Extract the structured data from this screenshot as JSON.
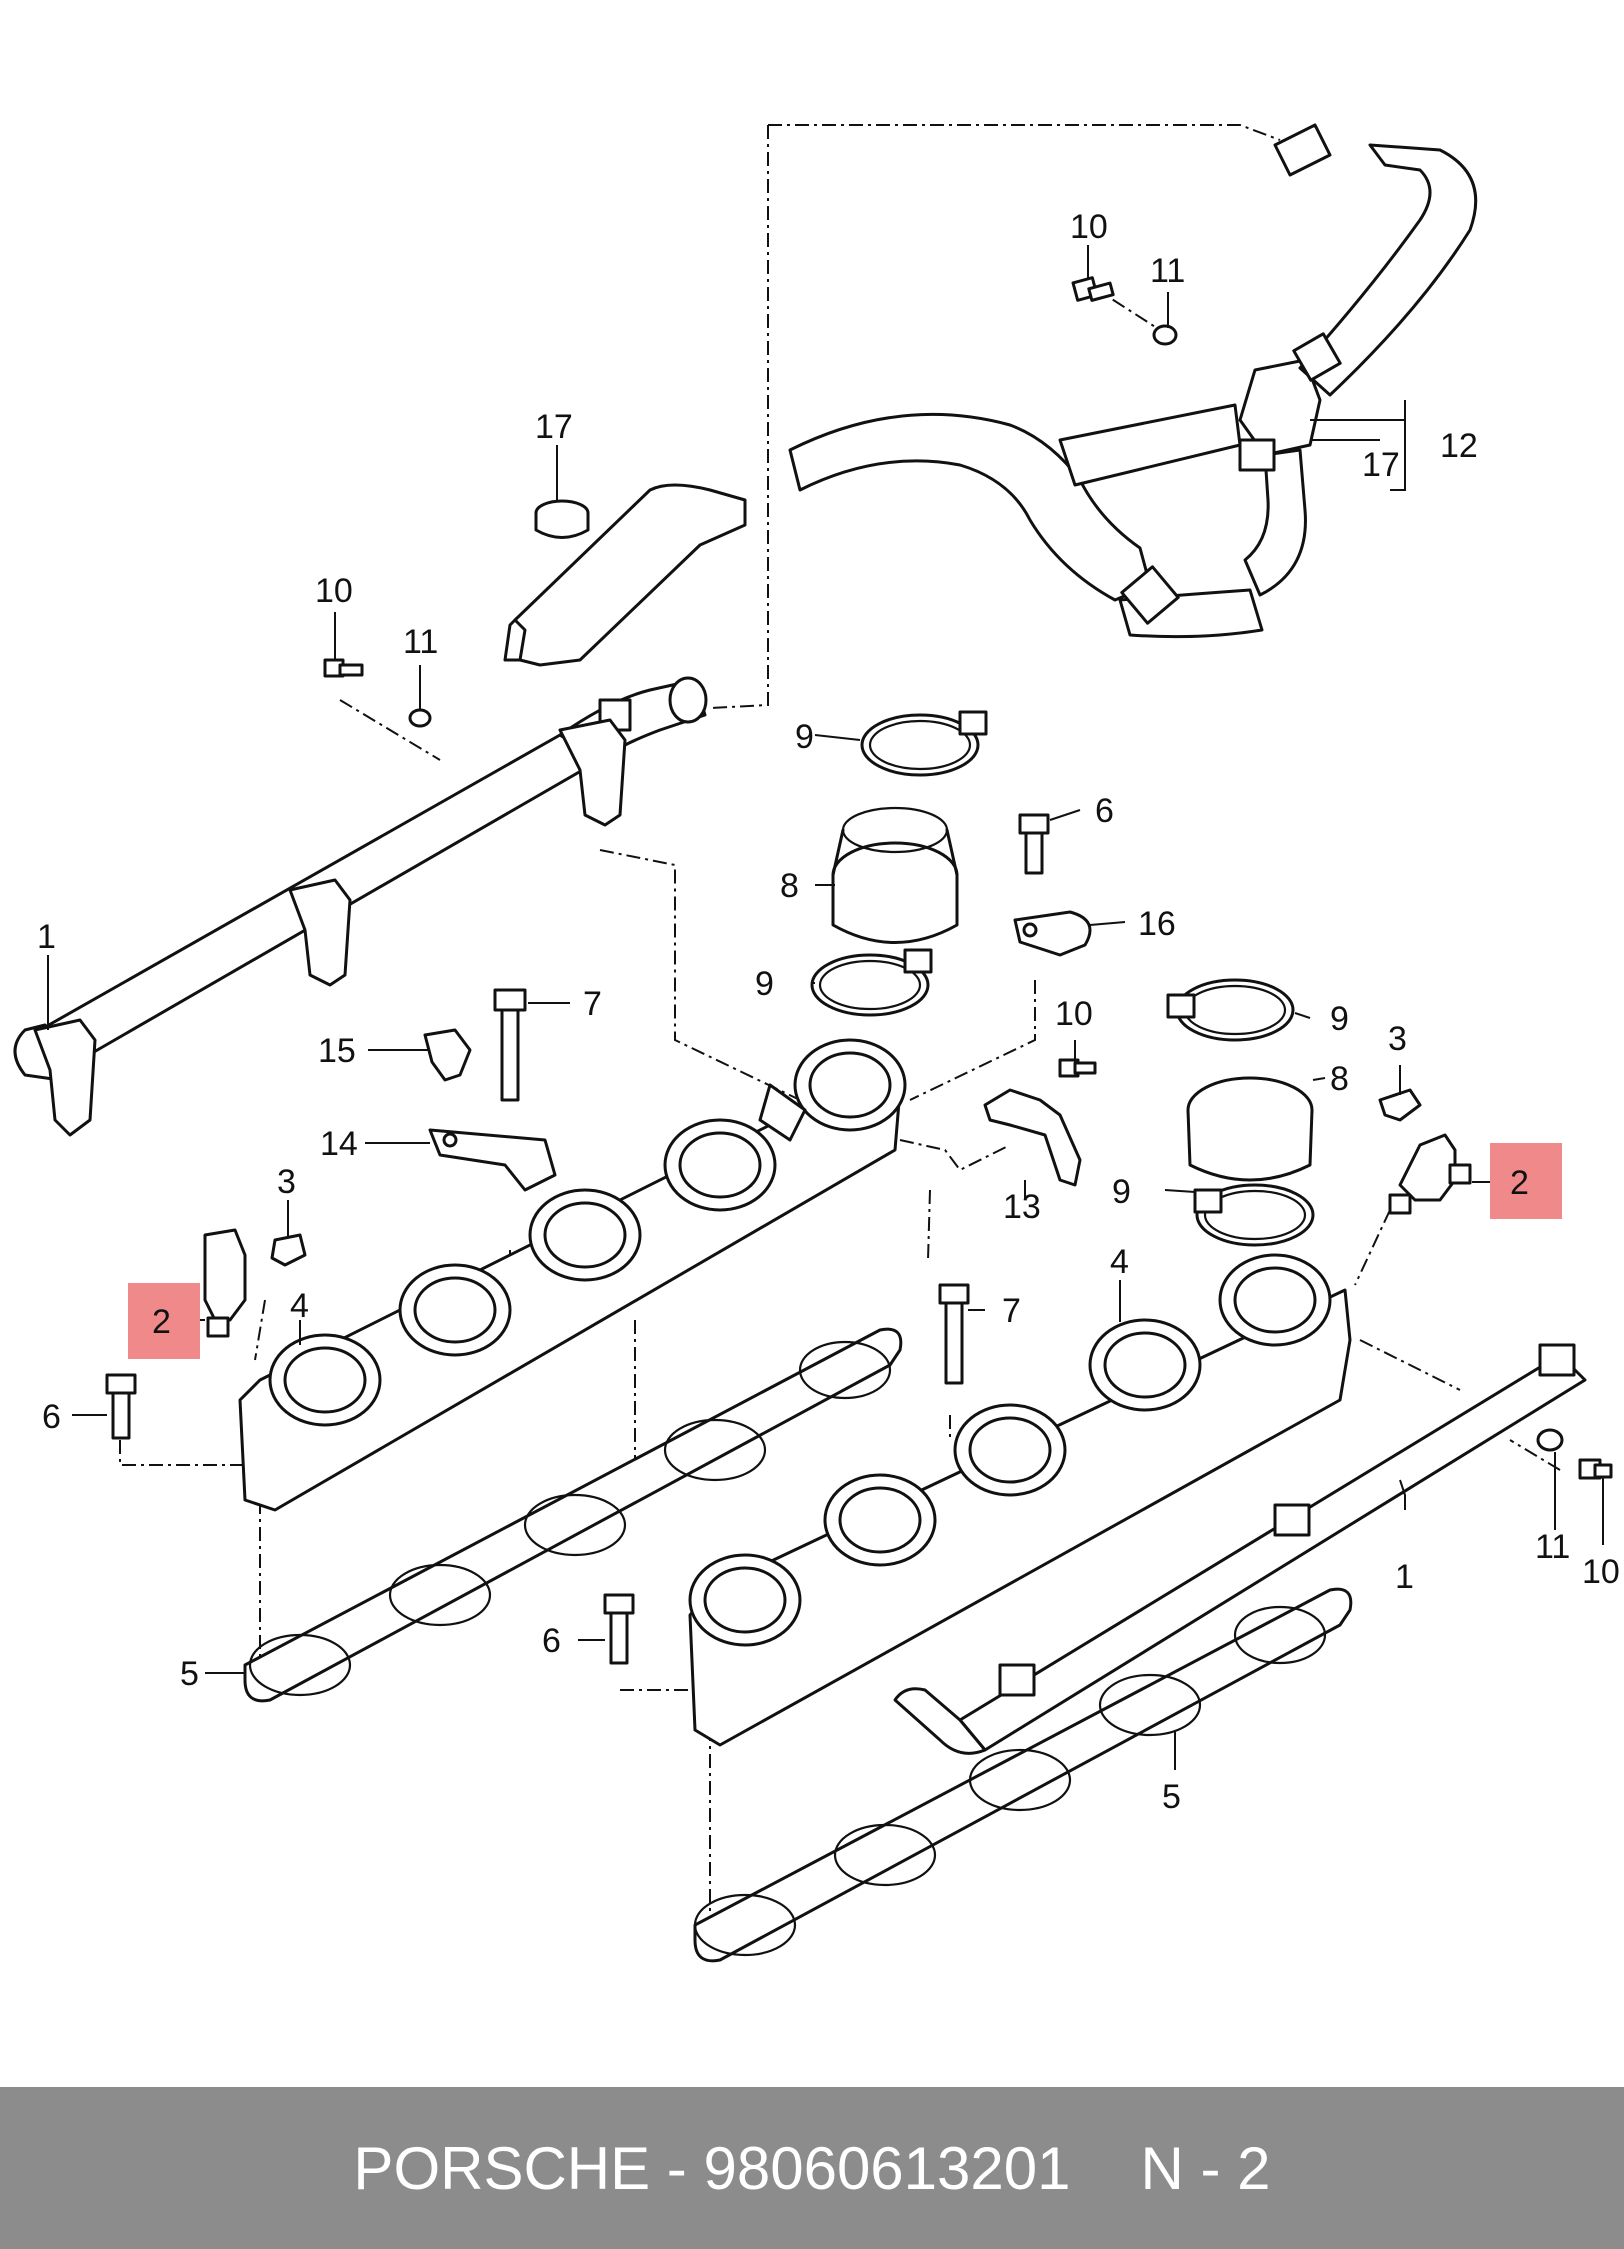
{
  "callouts": {
    "c1a": "1",
    "c1b": "1",
    "c2a": "2",
    "c2b": "2",
    "c3a": "3",
    "c3b": "3",
    "c4a": "4",
    "c4b": "4",
    "c5a": "5",
    "c5b": "5",
    "c6a": "6",
    "c6b": "6",
    "c6c": "6",
    "c7a": "7",
    "c7b": "7",
    "c8a": "8",
    "c8b": "8",
    "c9a": "9",
    "c9b": "9",
    "c9c": "9",
    "c9d": "9",
    "c10a": "10",
    "c10b": "10",
    "c10c": "10",
    "c10d": "10",
    "c11a": "11",
    "c11b": "11",
    "c11c": "11",
    "c12": "12",
    "c13": "13",
    "c14": "14",
    "c15": "15",
    "c16": "16",
    "c17a": "17",
    "c17b": "17"
  },
  "highlight_color": "#f08a8a",
  "footer": {
    "brand_part": "PORSCHE - 98060613201",
    "page": "N - 2"
  }
}
